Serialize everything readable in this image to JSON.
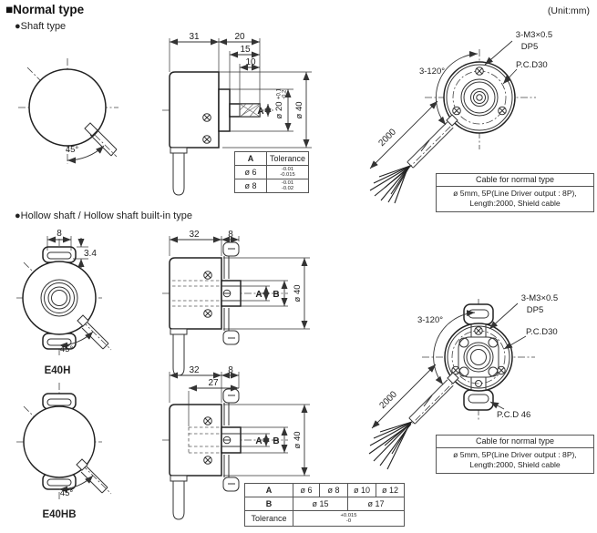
{
  "header": {
    "title": "■Normal type",
    "unit": "(Unit:mm)"
  },
  "sections": {
    "shaft": "●Shaft type",
    "hollow": "●Hollow shaft / Hollow shaft built-in type"
  },
  "models": {
    "e40h": "E40H",
    "e40hb": "E40HB"
  },
  "dims": {
    "d31": "31",
    "d20": "20",
    "d15": "15",
    "d10": "10",
    "d32": "32",
    "d8": "8",
    "d27": "27",
    "d8_tab": "8",
    "d3_4": "3.4",
    "a": "A",
    "b": "B",
    "angle45": "45°",
    "dia20": "ø 20",
    "dia20_tol_top": "+0.1",
    "dia20_tol_bot": "-0.2",
    "dia40": "ø 40",
    "cable_len": "2000"
  },
  "rear": {
    "m3": "3-M3×0.5",
    "dp5": "DP5",
    "pcd30": "P.C.D30",
    "pcd46": "P.C.D 46",
    "deg120": "3-120°"
  },
  "shaft_table": {
    "col_a": "A",
    "col_tol": "Tolerance",
    "rows": [
      {
        "a": "ø 6",
        "tol_top": "-0.01",
        "tol_bot": "-0.015"
      },
      {
        "a": "ø 8",
        "tol_top": "-0.01",
        "tol_bot": "-0.02"
      }
    ]
  },
  "hollow_table": {
    "label_a": "A",
    "label_b": "B",
    "label_tol": "Tolerance",
    "a_values": [
      "ø 6",
      "ø 8",
      "ø 10",
      "ø 12"
    ],
    "b_values": [
      "ø 15",
      "ø 17"
    ],
    "tol_top": "+0.015",
    "tol_bot": "-0"
  },
  "cable_box": {
    "title": "Cable for normal type",
    "line1": "ø 5mm, 5P(Line Driver output : 8P),",
    "line2": "Length:2000, Shield cable"
  }
}
